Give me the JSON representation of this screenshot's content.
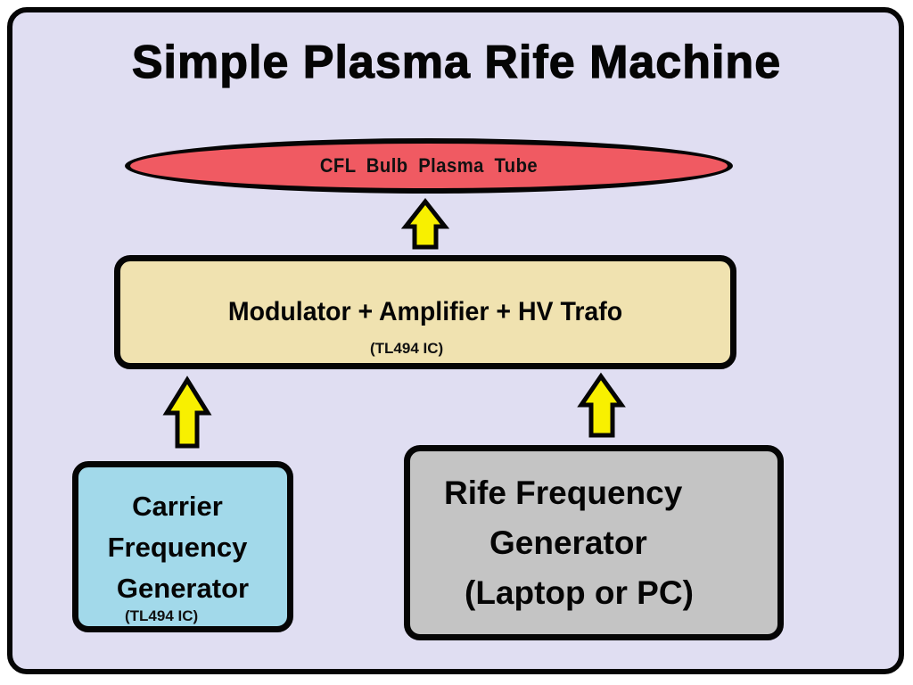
{
  "title": "Simple Plasma Rife Machine",
  "colors": {
    "background": "#e0def2",
    "border": "#050505",
    "tube_fill": "#f05a62",
    "modulator_fill": "#f0e2b0",
    "carrier_fill": "#a2d9ea",
    "rife_fill": "#c4c4c4",
    "arrow_fill": "#f8f000"
  },
  "blocks": {
    "tube": {
      "label": "CFL Bulb  Plasma Tube"
    },
    "modulator": {
      "label": "Modulator + Amplifier + HV Trafo",
      "sublabel": "(TL494 IC)"
    },
    "carrier": {
      "lines": [
        "Carrier",
        "Frequency",
        "Generator"
      ],
      "sublabel": "(TL494 IC)"
    },
    "rife": {
      "lines": [
        "Rife Frequency",
        "Generator",
        "(Laptop or PC)"
      ]
    }
  },
  "connections": [
    {
      "from": "modulator",
      "to": "tube",
      "icon": "up-arrow-icon"
    },
    {
      "from": "carrier",
      "to": "modulator",
      "icon": "up-arrow-icon"
    },
    {
      "from": "rife",
      "to": "modulator",
      "icon": "up-arrow-icon"
    }
  ]
}
